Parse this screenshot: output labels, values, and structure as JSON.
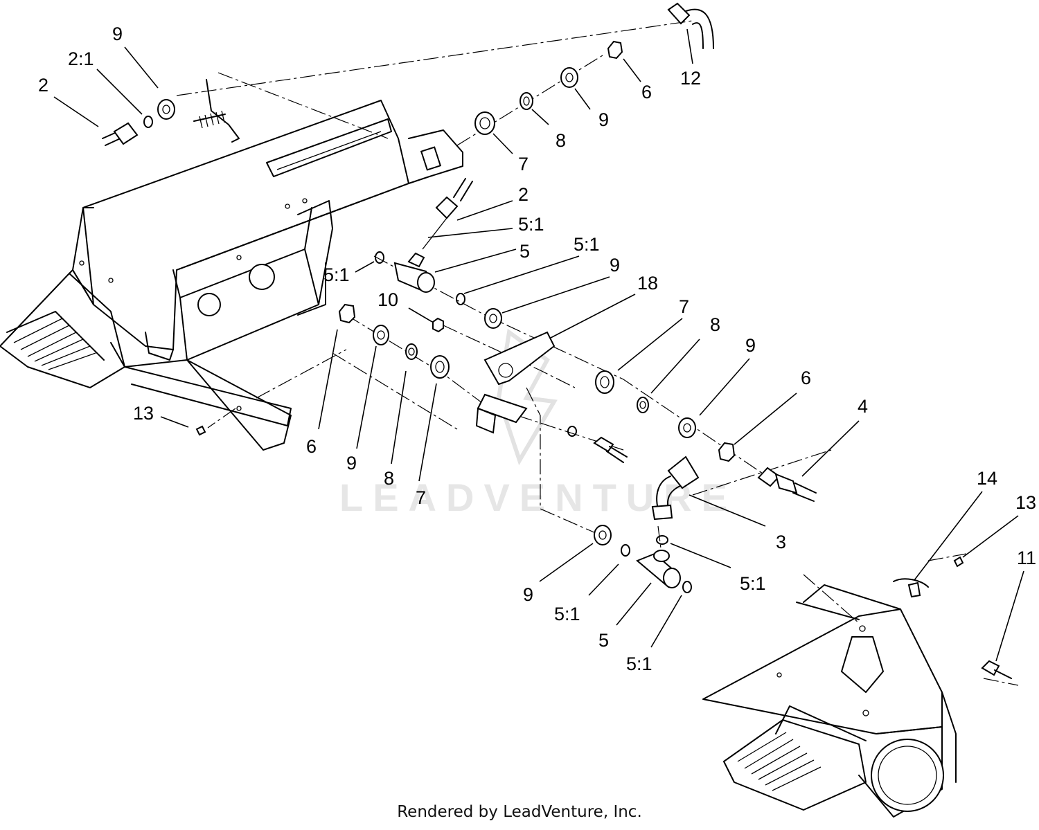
{
  "watermark": "LEADVENTURE",
  "credit": "Rendered by LeadVenture, Inc.",
  "callouts": [
    {
      "id": "c-9-top",
      "label": "9"
    },
    {
      "id": "c-21-top",
      "label": "2:1"
    },
    {
      "id": "c-2-top",
      "label": "2"
    },
    {
      "id": "c-12",
      "label": "12"
    },
    {
      "id": "c-6-top",
      "label": "6"
    },
    {
      "id": "c-9-upper",
      "label": "9"
    },
    {
      "id": "c-8-upper",
      "label": "8"
    },
    {
      "id": "c-7-upper",
      "label": "7"
    },
    {
      "id": "c-2-mid",
      "label": "2"
    },
    {
      "id": "c-51-a",
      "label": "5:1"
    },
    {
      "id": "c-5-mid",
      "label": "5"
    },
    {
      "id": "c-51-b",
      "label": "5:1"
    },
    {
      "id": "c-51-left",
      "label": "5:1"
    },
    {
      "id": "c-9-mid",
      "label": "9"
    },
    {
      "id": "c-18",
      "label": "18"
    },
    {
      "id": "c-10",
      "label": "10"
    },
    {
      "id": "c-7-right",
      "label": "7"
    },
    {
      "id": "c-8-right",
      "label": "8"
    },
    {
      "id": "c-9-right",
      "label": "9"
    },
    {
      "id": "c-6-right",
      "label": "6"
    },
    {
      "id": "c-4",
      "label": "4"
    },
    {
      "id": "c-13-left",
      "label": "13"
    },
    {
      "id": "c-6-left",
      "label": "6"
    },
    {
      "id": "c-9-left",
      "label": "9"
    },
    {
      "id": "c-8-left",
      "label": "8"
    },
    {
      "id": "c-7-left",
      "label": "7"
    },
    {
      "id": "c-3",
      "label": "3"
    },
    {
      "id": "c-51-c",
      "label": "5:1"
    },
    {
      "id": "c-9-low",
      "label": "9"
    },
    {
      "id": "c-51-d",
      "label": "5:1"
    },
    {
      "id": "c-5-low",
      "label": "5"
    },
    {
      "id": "c-51-e",
      "label": "5:1"
    },
    {
      "id": "c-14",
      "label": "14"
    },
    {
      "id": "c-13-right",
      "label": "13"
    },
    {
      "id": "c-11",
      "label": "11"
    }
  ]
}
